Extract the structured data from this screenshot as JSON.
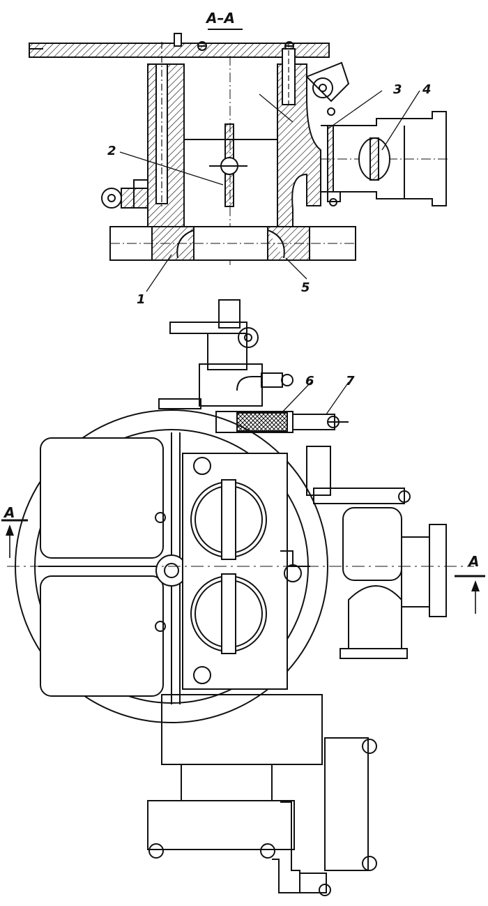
{
  "drawing": {
    "section_title": "A–A",
    "section_marker_left": "A",
    "section_marker_right": "A",
    "callouts": [
      "1",
      "2",
      "3",
      "4",
      "5",
      "6",
      "7"
    ]
  },
  "colors": {
    "ink": "#111111",
    "paper": "#ffffff"
  }
}
